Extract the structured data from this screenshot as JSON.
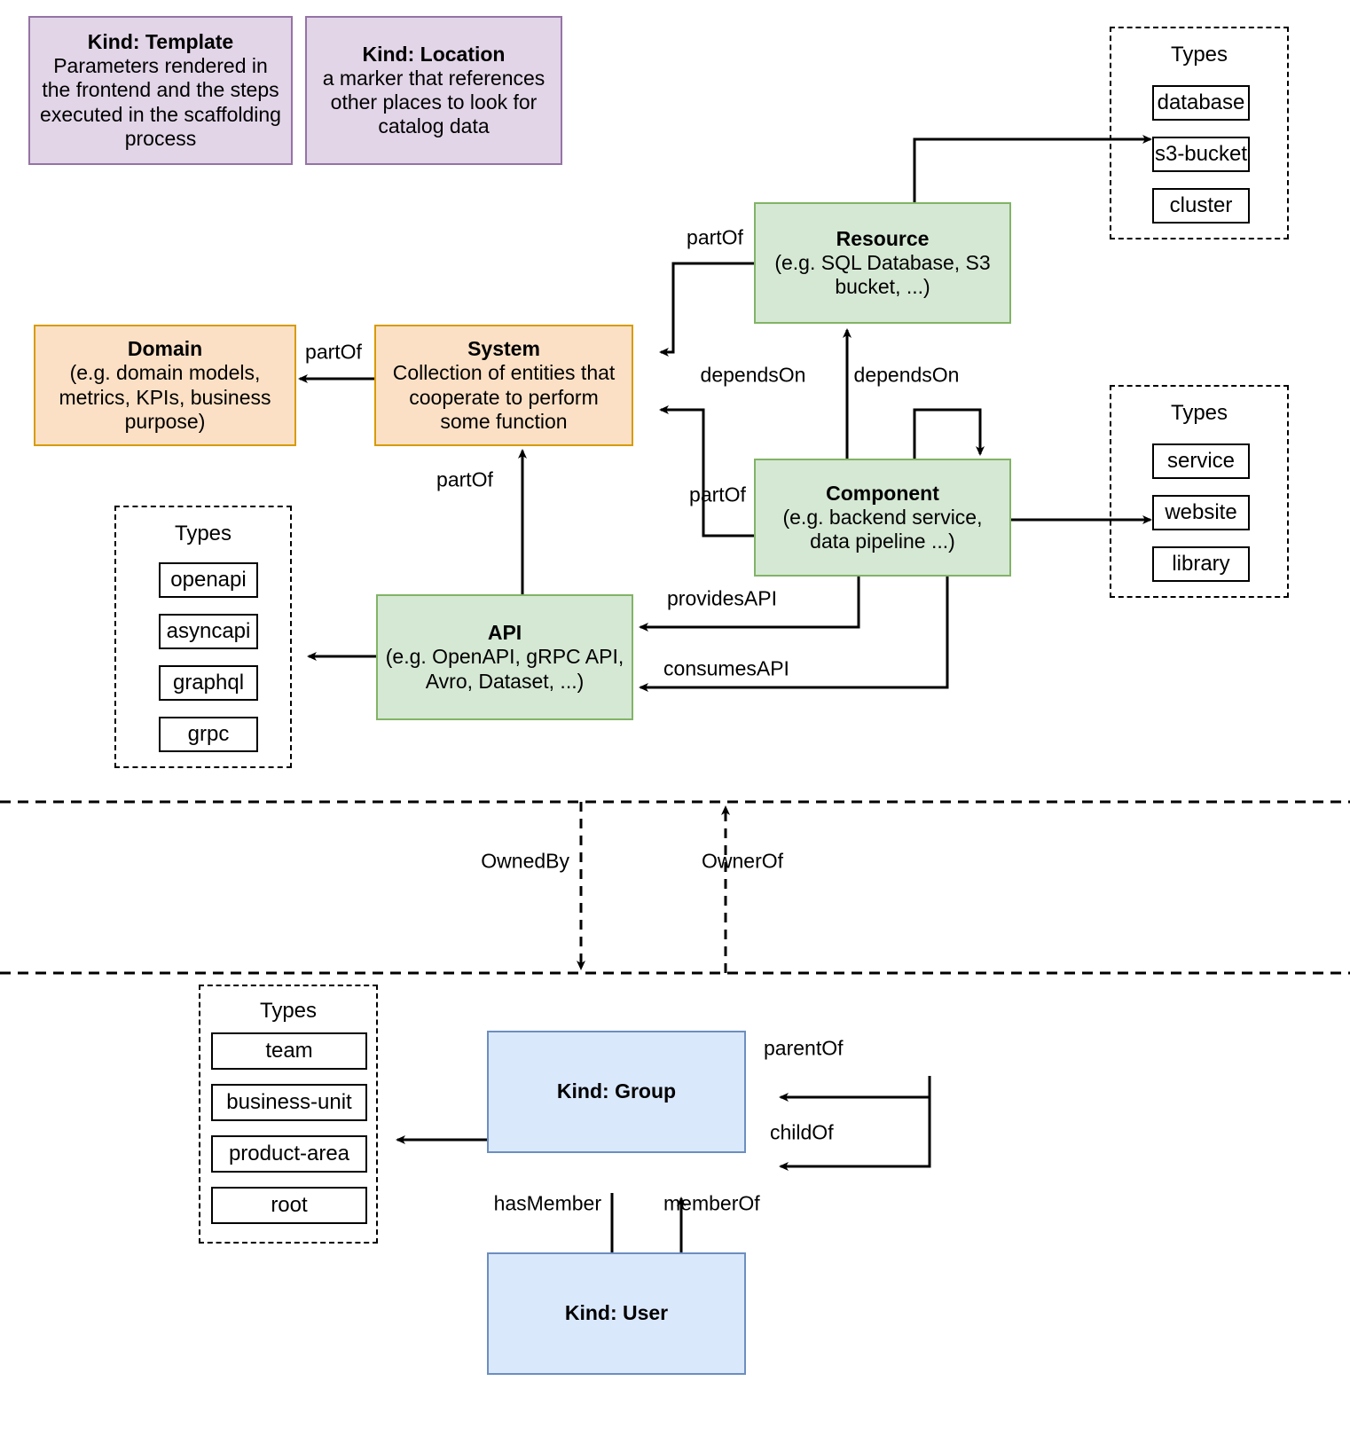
{
  "diagram": {
    "title": "Backstage catalog entity kinds and relations",
    "colors": {
      "purple_fill": "#e1d5e7",
      "purple_stroke": "#9673a6",
      "orange_fill": "#fbe0c5",
      "orange_stroke": "#d79b00",
      "green_fill": "#d5e8d4",
      "green_stroke": "#82b366",
      "blue_fill": "#dae8fc",
      "blue_stroke": "#6c8ebf",
      "line": "#000000"
    }
  },
  "nodes": {
    "template": {
      "title": "Kind: Template",
      "sub": "Parameters rendered in the frontend and the steps executed in  the scaffolding process"
    },
    "location": {
      "title": "Kind: Location",
      "sub": "a marker that references other places to look for catalog data"
    },
    "domain": {
      "title": "Domain",
      "sub": "(e.g.  domain models, metrics, KPIs, business purpose)"
    },
    "system": {
      "title": "System",
      "sub": "Collection of entities that cooperate to perform some function"
    },
    "resource": {
      "title": "Resource",
      "sub": "(e.g. SQL Database, S3 bucket, ...)"
    },
    "component": {
      "title": "Component",
      "sub": "(e.g. backend service, data pipeline ...)"
    },
    "api": {
      "title": "API",
      "sub": "(e.g. OpenAPI, gRPC API, Avro, Dataset, ...)"
    },
    "group": {
      "title": "Kind: Group",
      "sub": ""
    },
    "user": {
      "title": "Kind: User",
      "sub": ""
    }
  },
  "types_groups": {
    "resource_types": {
      "title": "Types",
      "items": [
        "database",
        "s3-bucket",
        "cluster"
      ]
    },
    "component_types": {
      "title": "Types",
      "items": [
        "service",
        "website",
        "library"
      ]
    },
    "api_types": {
      "title": "Types",
      "items": [
        "openapi",
        "asyncapi",
        "graphql",
        "grpc"
      ]
    },
    "group_types": {
      "title": "Types",
      "items": [
        "team",
        "business-unit",
        "product-area",
        "root"
      ]
    }
  },
  "edge_labels": {
    "resource_partof_system": "partOf",
    "system_partof_domain": "partOf",
    "component_dependson_resource": "dependsOn",
    "component_dependson_component": "dependsOn",
    "component_partof_system": "partOf",
    "api_partof_system": "partOf",
    "component_providesapi": "providesAPI",
    "component_consumesapi": "consumesAPI",
    "owned_by": "OwnedBy",
    "owner_of": "OwnerOf",
    "group_parentof": "parentOf",
    "group_childof": "childOf",
    "group_hasmember": "hasMember",
    "user_memberof": "memberOf"
  }
}
